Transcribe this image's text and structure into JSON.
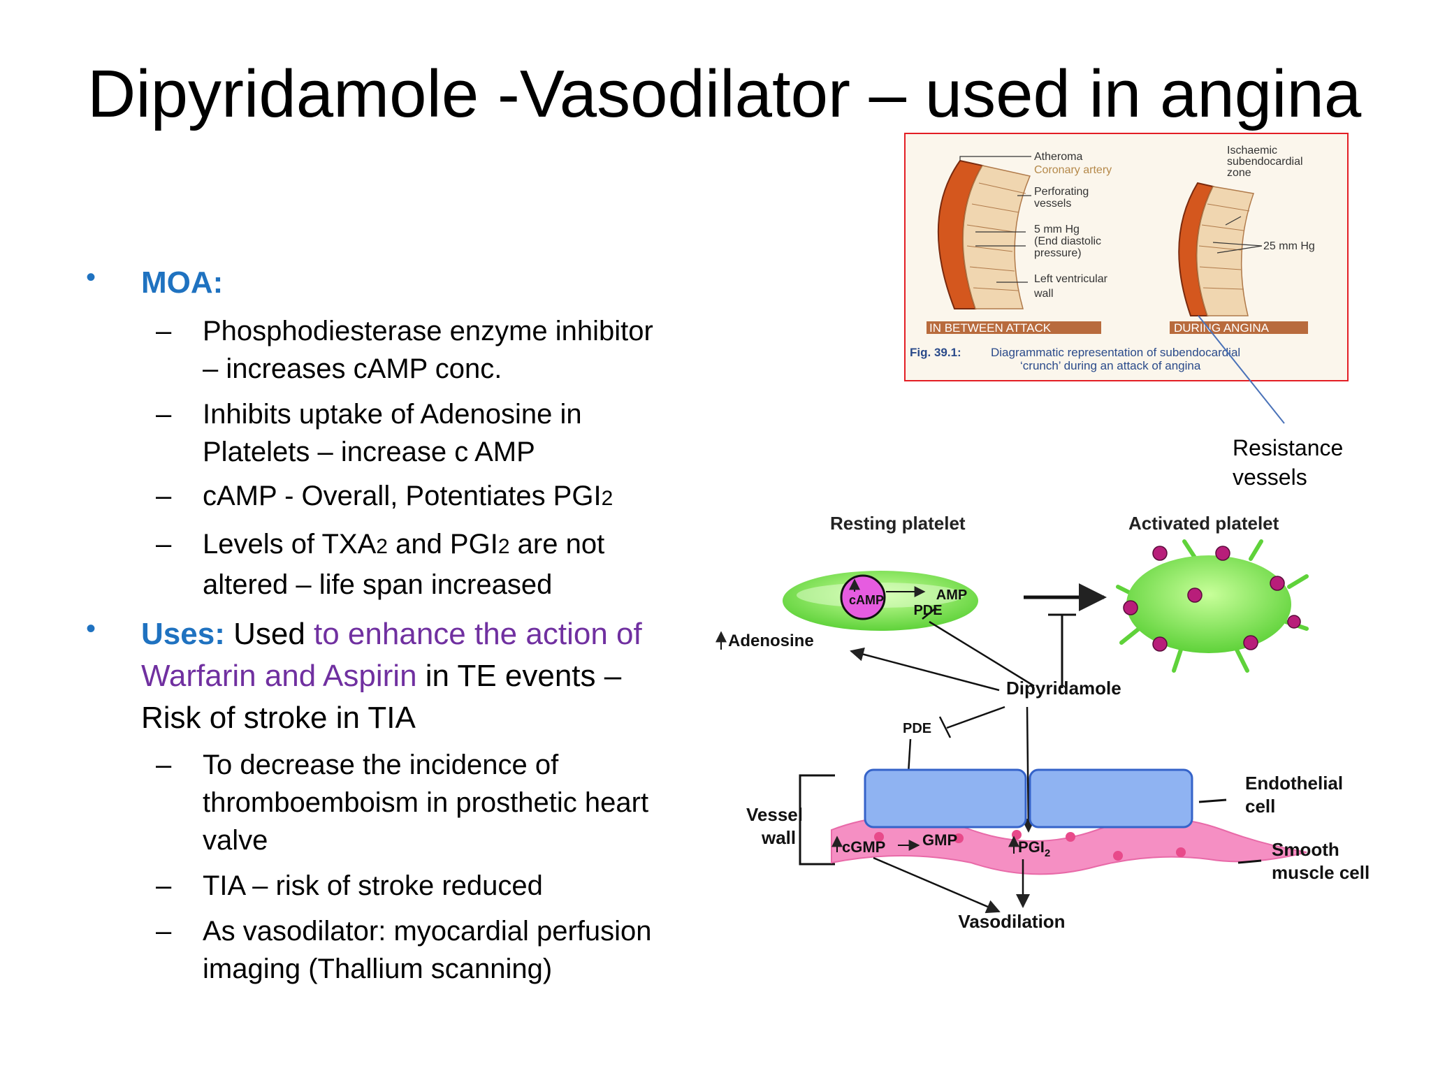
{
  "title": "Dipyridamole -Vasodilator – used in angina",
  "moa": {
    "label": "MOA:",
    "items": [
      {
        "lines": [
          "Phosphodiesterase  enzyme inhibitor",
          "– increases cAMP conc."
        ]
      },
      {
        "lines": [
          "Inhibits uptake of Adenosine in",
          "Platelets – increase c AMP"
        ]
      },
      {
        "text": "cAMP - Overall, Potentiates PGI",
        "sub": "2"
      },
      {
        "l1a": "Levels of TXA",
        "l1b": "2",
        "l1c": " and PGI",
        "l1d": "2",
        "l1e": " are not",
        "l2": "altered – life span increased"
      }
    ]
  },
  "uses": {
    "label": "Uses:",
    "t1": " Used ",
    "t2": "to enhance the action of",
    "t3": "Warfarin and Aspirin",
    "t4": " in TE events –",
    "t5": "Risk of stroke in TIA",
    "items": [
      {
        "lines": [
          "To decrease the incidence of",
          "thromboemboism in prosthetic heart",
          "valve"
        ]
      },
      {
        "lines": [
          "TIA – risk of stroke reduced"
        ]
      },
      {
        "lines": [
          "As vasodilator: myocardial perfusion",
          "imaging (Thallium scanning)"
        ]
      }
    ]
  },
  "figure": {
    "atheroma": "Atheroma",
    "coronary": "Coronary artery",
    "perforating": [
      "Perforating",
      "vessels"
    ],
    "pressure": [
      "5 mm Hg",
      "(End diastolic",
      "pressure)"
    ],
    "lv": [
      "Left ventricular",
      "wall"
    ],
    "ischaemic": [
      "Ischaemic",
      "subendocardial",
      "zone"
    ],
    "hg25": "25 mm Hg",
    "between": "IN BETWEEN ATTACK",
    "during": "DURING ANGINA",
    "caption_fig": "Fig. 39.1:",
    "caption": [
      "Diagrammatic representation of subendocardial",
      "‘crunch’ during an attack of angina"
    ]
  },
  "resistance": [
    "Resistance",
    "vessels"
  ],
  "platelet": {
    "resting": "Resting platelet",
    "activated": "Activated platelet",
    "camp": "cAMP",
    "amp": "AMP",
    "pde": "PDE",
    "adenosine": "Adenosine",
    "dipyridamole": "Dipyridamole",
    "pde2": "PDE",
    "vessel": [
      "Vessel",
      "wall"
    ],
    "endo": [
      "Endothelial",
      "cell"
    ],
    "smooth": [
      "Smooth",
      "muscle cell"
    ],
    "cgmp": "cGMP",
    "gmp": "GMP",
    "pgi": "PGI",
    "pgi_sub": "2",
    "vasodilation": "Vasodilation"
  }
}
